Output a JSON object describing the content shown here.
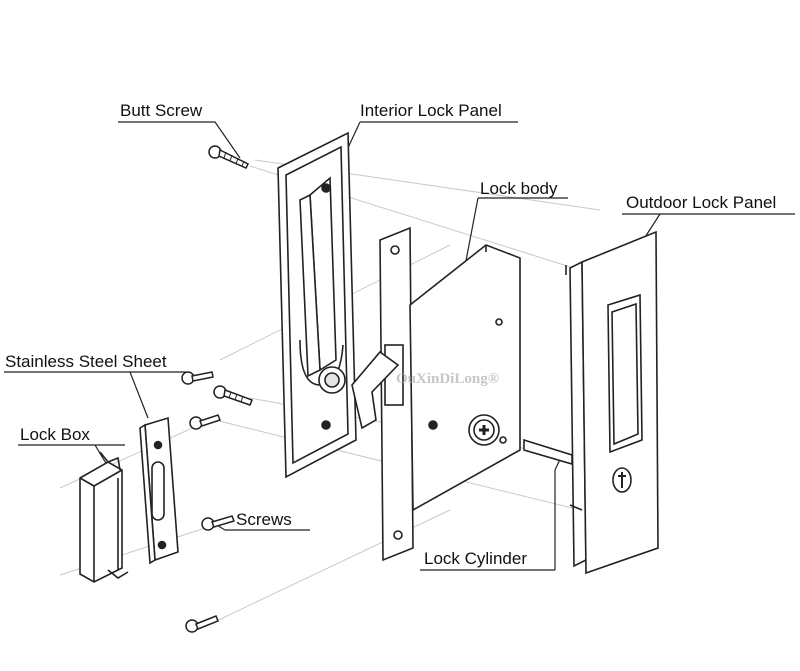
{
  "labels": {
    "butt_screw": "Butt Screw",
    "interior_lock_panel": "Interior Lock Panel",
    "lock_body": "Lock body",
    "outdoor_lock_panel": "Outdoor Lock Panel",
    "stainless_steel_sheet": "Stainless Steel Sheet",
    "lock_box": "Lock Box",
    "screws": "Screws",
    "lock_cylinder": "Lock Cylinder"
  },
  "watermark": "OuXinDiLong®",
  "colors": {
    "line": "#222222",
    "fill": "#ffffff",
    "shade": "#d9d9d9",
    "guide": "#c8c8c8"
  }
}
